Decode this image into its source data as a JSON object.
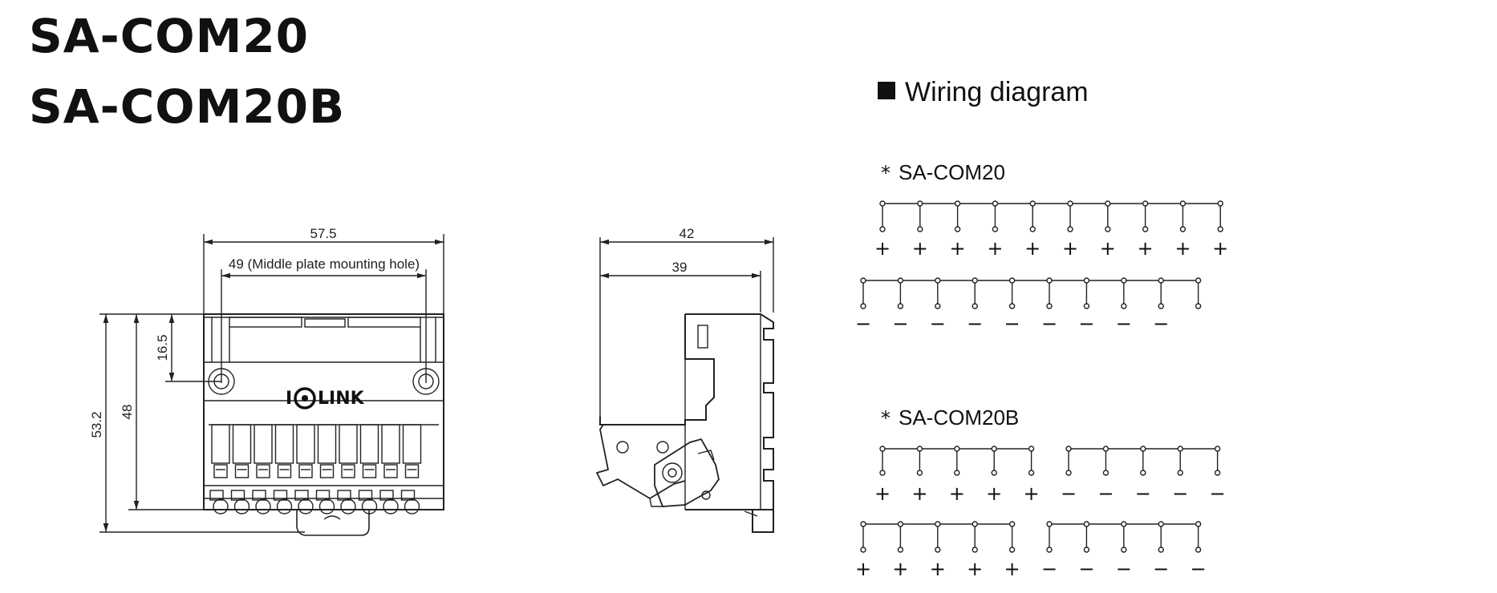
{
  "titles": [
    "SA-COM20",
    "SA-COM20B"
  ],
  "front_view": {
    "dim_width": "57.5",
    "dim_hole": "49 (Middle plate mounting hole)",
    "dim_total_height": "53.2",
    "dim_height": "48",
    "dim_hole_height": "16.5",
    "logo_left": "I",
    "logo_right": "LINK"
  },
  "side_view": {
    "dim_depth": "42",
    "dim_inner": "39"
  },
  "wiring": {
    "heading": "Wiring diagram",
    "variants": [
      {
        "label": "SA-COM20",
        "rows": [
          {
            "terminals": 10,
            "common_link": "all",
            "symbols": [
              "+",
              "+",
              "+",
              "+",
              "+",
              "+",
              "+",
              "+",
              "+",
              "+"
            ]
          },
          {
            "terminals": 10,
            "common_link": "all",
            "symbols": [
              "−",
              "−",
              "−",
              "−",
              "−",
              "−",
              "−",
              "−",
              "−"
            ]
          }
        ]
      },
      {
        "label": "SA-COM20B",
        "rows": [
          {
            "terminals": 10,
            "common_link": "split",
            "symbols": [
              "+",
              "+",
              "+",
              "+",
              "+",
              "−",
              "−",
              "−",
              "−",
              "−"
            ]
          },
          {
            "terminals": 10,
            "common_link": "split",
            "symbols": [
              "+",
              "+",
              "+",
              "+",
              "+",
              "−",
              "−",
              "−",
              "−",
              "−"
            ]
          }
        ]
      }
    ]
  },
  "colors": {
    "ink": "#111111",
    "background": "#ffffff"
  }
}
